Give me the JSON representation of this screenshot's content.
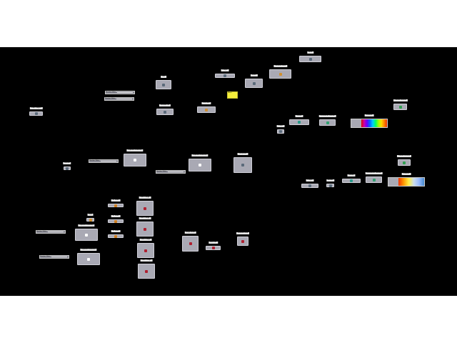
{
  "canvas": {
    "background": "#000000",
    "node_color": "#a9a9b4",
    "panel_color": "#f5ee3c"
  },
  "nodes": [
    {
      "label": "Number Slider",
      "kind": "slider"
    },
    {
      "label": "Number Slider",
      "kind": "slider"
    },
    {
      "label": "Graph Mapper",
      "kind": "node",
      "icon": "graph-icon"
    },
    {
      "label": "Loft",
      "kind": "node",
      "icon": "loft-icon"
    },
    {
      "label": "Evaluate Srf",
      "kind": "node",
      "icon": "surface-icon"
    },
    {
      "label": "Pull Point",
      "kind": "node",
      "icon": "point-icon"
    },
    {
      "label": "Length",
      "kind": "node",
      "icon": "length-icon"
    },
    {
      "label": "Series",
      "kind": "node",
      "icon": "series-icon"
    },
    {
      "label": "Construct Point",
      "kind": "node",
      "icon": "point-icon"
    },
    {
      "label": "Move",
      "kind": "node",
      "icon": "move-icon"
    },
    {
      "label": "Panel",
      "kind": "panel"
    },
    {
      "label": "Remap",
      "kind": "node",
      "icon": "remap-icon"
    },
    {
      "label": "Length",
      "kind": "node",
      "icon": "length-icon"
    },
    {
      "label": "Deconstruct Domain",
      "kind": "node",
      "icon": "domain-icon"
    },
    {
      "label": "Gradient",
      "kind": "gradient",
      "palette": "rainbow"
    },
    {
      "label": "Custom Preview",
      "kind": "node",
      "icon": "preview-icon"
    },
    {
      "label": "Bounds",
      "kind": "node",
      "icon": "bounds-icon"
    },
    {
      "label": "Number Slider",
      "kind": "slider"
    },
    {
      "label": "Populate Geometry",
      "kind": "node",
      "icon": "populate-icon"
    },
    {
      "label": "Populate Geometry",
      "kind": "node",
      "icon": "populate-icon"
    },
    {
      "label": "Number Slider",
      "kind": "slider"
    },
    {
      "label": "Interpolate",
      "kind": "node",
      "icon": "curve-icon"
    },
    {
      "label": "Custom Preview",
      "kind": "node",
      "icon": "preview-icon"
    },
    {
      "label": "Length",
      "kind": "node",
      "icon": "length-icon"
    },
    {
      "label": "Bounds",
      "kind": "node",
      "icon": "bounds-icon"
    },
    {
      "label": "Remap",
      "kind": "node",
      "icon": "remap-icon"
    },
    {
      "label": "Deconstruct Domain",
      "kind": "node",
      "icon": "domain-icon"
    },
    {
      "label": "Gradient",
      "kind": "gradient",
      "palette": "warm"
    },
    {
      "label": "Number Slider",
      "kind": "slider"
    },
    {
      "label": "Number Slider",
      "kind": "slider"
    },
    {
      "label": "Populate Geometry",
      "kind": "node",
      "icon": "populate-icon"
    },
    {
      "label": "Populate Geometry",
      "kind": "node",
      "icon": "populate-icon"
    },
    {
      "label": "Point",
      "kind": "node",
      "icon": "point-icon"
    },
    {
      "label": "XY Plane",
      "kind": "node",
      "icon": "plane-icon"
    },
    {
      "label": "XY Plane",
      "kind": "node",
      "icon": "plane-icon"
    },
    {
      "label": "XY Plane",
      "kind": "node",
      "icon": "plane-icon"
    },
    {
      "label": "Point Charge",
      "kind": "node",
      "icon": "field-icon"
    },
    {
      "label": "Point Charge",
      "kind": "node",
      "icon": "field-icon"
    },
    {
      "label": "Point Charge",
      "kind": "node",
      "icon": "field-icon"
    },
    {
      "label": "Point Charge",
      "kind": "node",
      "icon": "field-icon"
    },
    {
      "label": "Merge Fields",
      "kind": "node",
      "icon": "field-icon"
    },
    {
      "label": "Field Line",
      "kind": "node",
      "icon": "field-icon"
    },
    {
      "label": "Evaluate Field",
      "kind": "node",
      "icon": "field-icon"
    }
  ]
}
